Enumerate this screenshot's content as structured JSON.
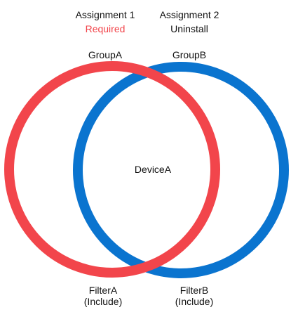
{
  "assignments": [
    {
      "title": "Assignment 1",
      "intent": "Required",
      "intent_color": "#f2454b"
    },
    {
      "title": "Assignment 2",
      "intent": "Uninstall",
      "intent_color": "#111111"
    }
  ],
  "groups": [
    {
      "label": "GroupA",
      "ring_color": "#f2454b"
    },
    {
      "label": "GroupB",
      "ring_color": "#0a74cf"
    }
  ],
  "device": {
    "label": "DeviceA"
  },
  "filters": [
    {
      "name": "FilterA",
      "mode": "(Include)"
    },
    {
      "name": "FilterB",
      "mode": "(Include)"
    }
  ]
}
